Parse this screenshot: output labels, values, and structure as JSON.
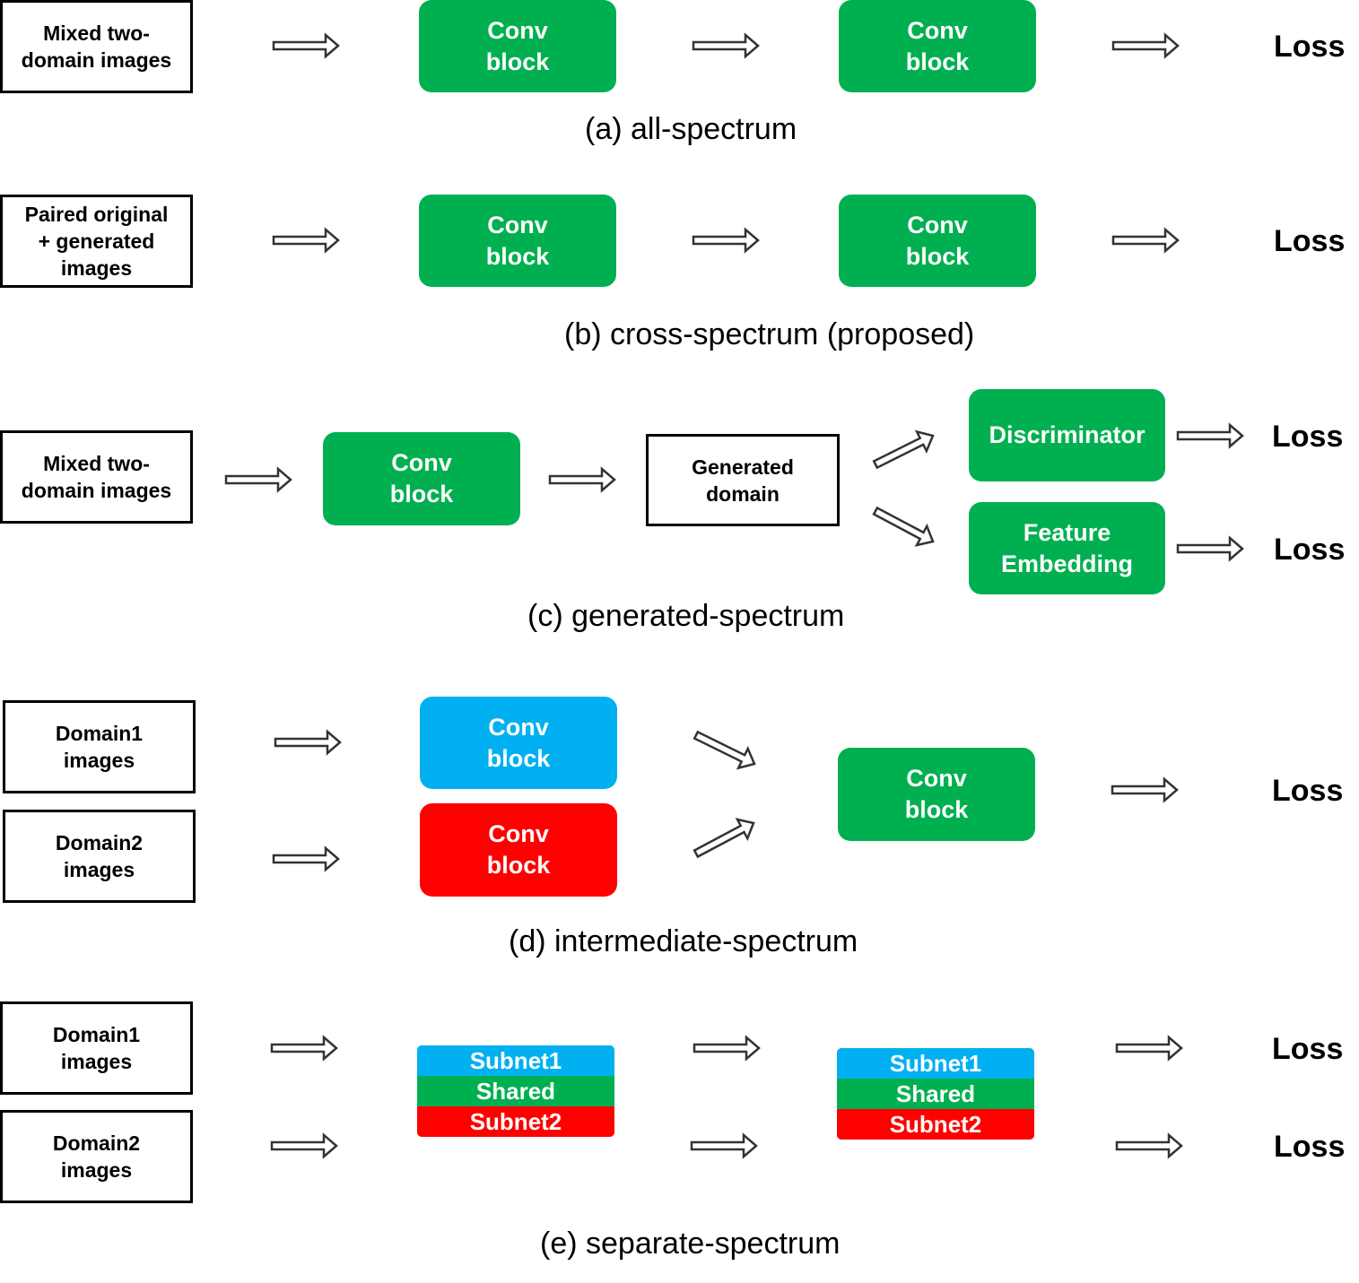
{
  "colors": {
    "green": "#00b050",
    "blue": "#00b0f0",
    "red": "#ff0000"
  },
  "icons": [
    "hollow-right-arrow-icon"
  ],
  "rows": {
    "a": {
      "input": "Mixed two-\ndomain images",
      "block1": "Conv\nblock",
      "block2": "Conv\nblock",
      "loss": "Loss",
      "caption": "(a) all-spectrum"
    },
    "b": {
      "input": "Paired original\n+ generated\nimages",
      "block1": "Conv\nblock",
      "block2": "Conv\nblock",
      "loss": "Loss",
      "caption": "(b) cross-spectrum (proposed)"
    },
    "c": {
      "input": "Mixed two-\ndomain images",
      "block1": "Conv\nblock",
      "generated": "Generated\ndomain",
      "discriminator": "Discriminator",
      "feature": "Feature\nEmbedding",
      "loss1": "Loss",
      "loss2": "Loss",
      "caption": "(c) generated-spectrum"
    },
    "d": {
      "input1": "Domain1\nimages",
      "input2": "Domain2\nimages",
      "block_blue": "Conv\nblock",
      "block_red": "Conv\nblock",
      "block_shared": "Conv\nblock",
      "loss": "Loss",
      "caption": "(d) intermediate-spectrum"
    },
    "e": {
      "input1": "Domain1\nimages",
      "input2": "Domain2\nimages",
      "stack1": {
        "top": "Subnet1",
        "mid": "Shared",
        "bottom": "Subnet2"
      },
      "stack2": {
        "top": "Subnet1",
        "mid": "Shared",
        "bottom": "Subnet2"
      },
      "loss1": "Loss",
      "loss2": "Loss",
      "caption": "(e) separate-spectrum"
    }
  }
}
